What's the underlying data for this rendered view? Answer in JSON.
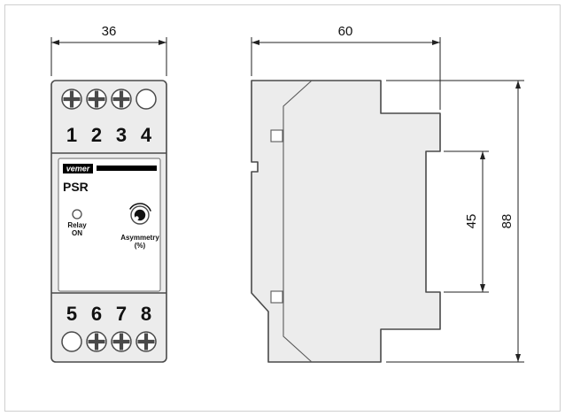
{
  "front_view": {
    "width_dimension": "36",
    "terminals_top": [
      "1",
      "2",
      "3",
      "4"
    ],
    "terminals_bottom": [
      "5",
      "6",
      "7",
      "8"
    ],
    "panel": {
      "brand": "vemer",
      "model": "PSR",
      "led_label": [
        "Relay",
        "ON"
      ],
      "knob_label": [
        "Asymmetry",
        "(%)"
      ]
    }
  },
  "side_view": {
    "depth_dimension": "60",
    "overall_height_dimension": "88",
    "rail_section_dimension": "45"
  },
  "icons": {
    "screw_terminal": "circle-with-cross-slot",
    "open_terminal": "plain-circle",
    "led_indicator": "small-circle",
    "adjustment_knob": "rotary-dial-with-arc"
  },
  "colors": {
    "body_fill": "#ececec",
    "panel_fill": "#ffffff",
    "line": "#4a4a4a",
    "dimension_line": "#222222",
    "text": "#111111",
    "logo_bg": "#000000"
  }
}
